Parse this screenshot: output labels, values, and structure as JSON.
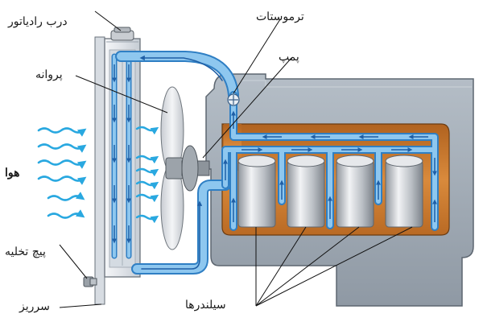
{
  "labels": {
    "radiator_cap": "درب رادیاتور",
    "thermostat": "ترموستات",
    "pump": "پمپ",
    "fan": "پروانه",
    "air": "هوا",
    "drain_plug": "پیچ تخلیه",
    "overflow": "سرریز",
    "cylinders": "سیلندرها"
  },
  "colors": {
    "coolant": "#8ec7ef",
    "coolant_edge": "#2f7fc4",
    "arrow": "#1f5fa6",
    "air_flow": "#29a8e0",
    "engine_block": "#a4aeb8",
    "coolant_jacket": "#c8772c",
    "cylinder": "#c9cdd2",
    "radiator": "#e3e6ea"
  },
  "icons": {
    "radiator_cap": "radiator-cap-icon",
    "drain_plug": "drain-plug-icon",
    "thermostat": "thermostat-valve-icon"
  }
}
